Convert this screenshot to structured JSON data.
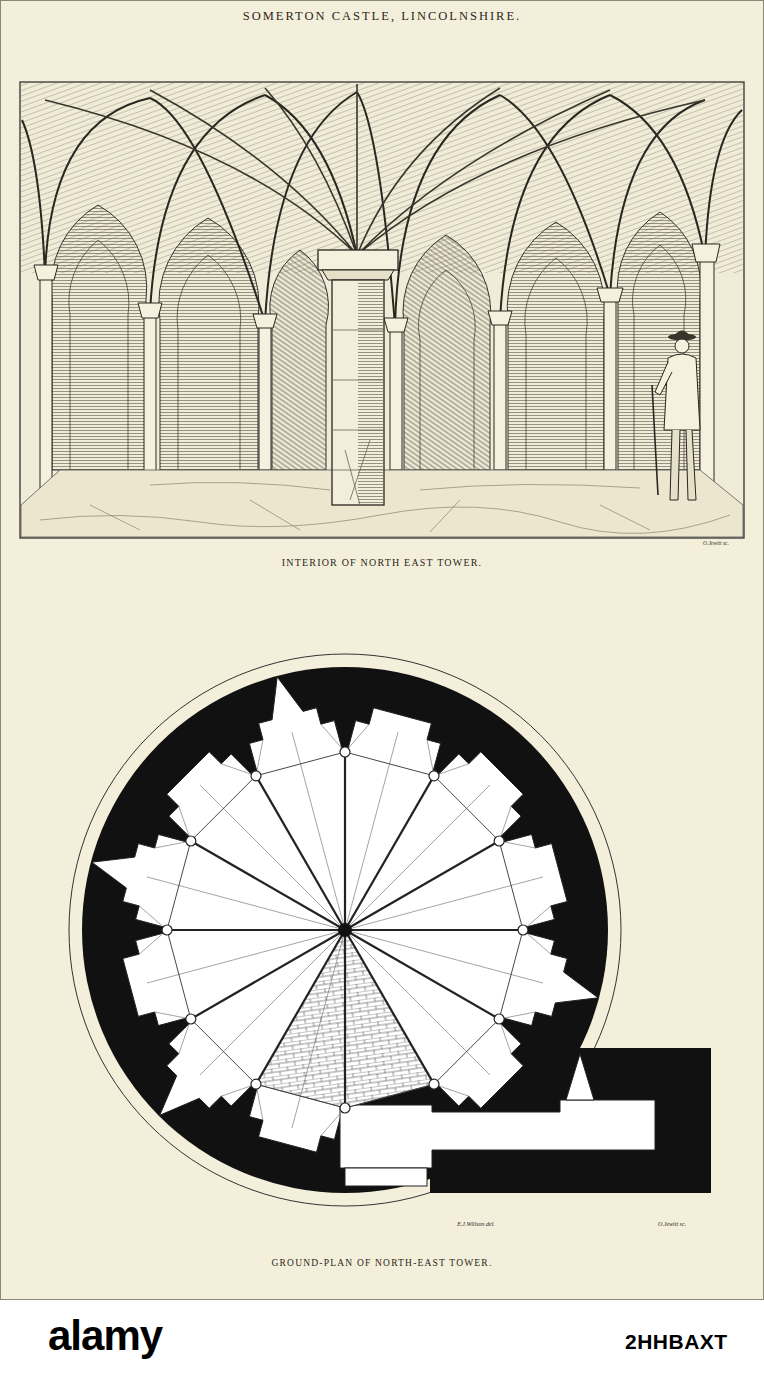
{
  "diagram": {
    "title": "SOMERTON CASTLE, LINCOLNSHIRE.",
    "labels": [
      "O.Jewitt sc.",
      "INTERIOR OF NORTH EAST TOWER.",
      "E.J.Willson del.",
      "O.Jewitt sc.",
      "GROUND-PLAN OF NORTH-EAST TOWER.",
      "alamy",
      "2HHBAXT"
    ]
  }
}
